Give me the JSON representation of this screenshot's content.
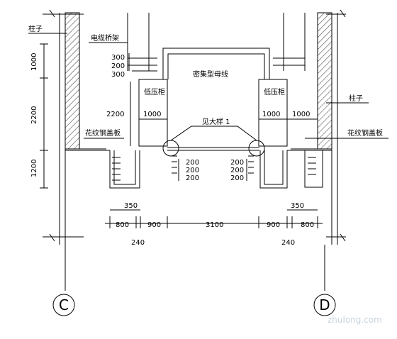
{
  "labels": {
    "column_left": "柱子",
    "column_right": "柱子",
    "cable_tray": "电缆桥架",
    "busway": "密集型母线",
    "lv_cabinet_left": "低压柜",
    "lv_cabinet_right": "低压柜",
    "detail_ref": "见大样 1",
    "plate_left": "花纹钢盖板",
    "plate_right": "花纹钢盖板"
  },
  "dimensions": {
    "vertical_outer": [
      "1000",
      "2200",
      "1200"
    ],
    "tray_stack": [
      "300",
      "200",
      "300"
    ],
    "height_2200": "2200",
    "cabinet_depth_left": "1000",
    "cabinet_depth_right_a": "1000",
    "cabinet_depth_right_b": "1000",
    "trench_left": [
      "200",
      "200",
      "200"
    ],
    "trench_right": [
      "200",
      "200",
      "200"
    ],
    "offset_left": "350",
    "offset_right": "350",
    "bottom_row": [
      "800",
      "900",
      "3100",
      "900",
      "800"
    ],
    "wall_left": "240",
    "wall_right": "240"
  },
  "axes": {
    "left": "C",
    "right": "D"
  },
  "watermark": "zhulong.com"
}
